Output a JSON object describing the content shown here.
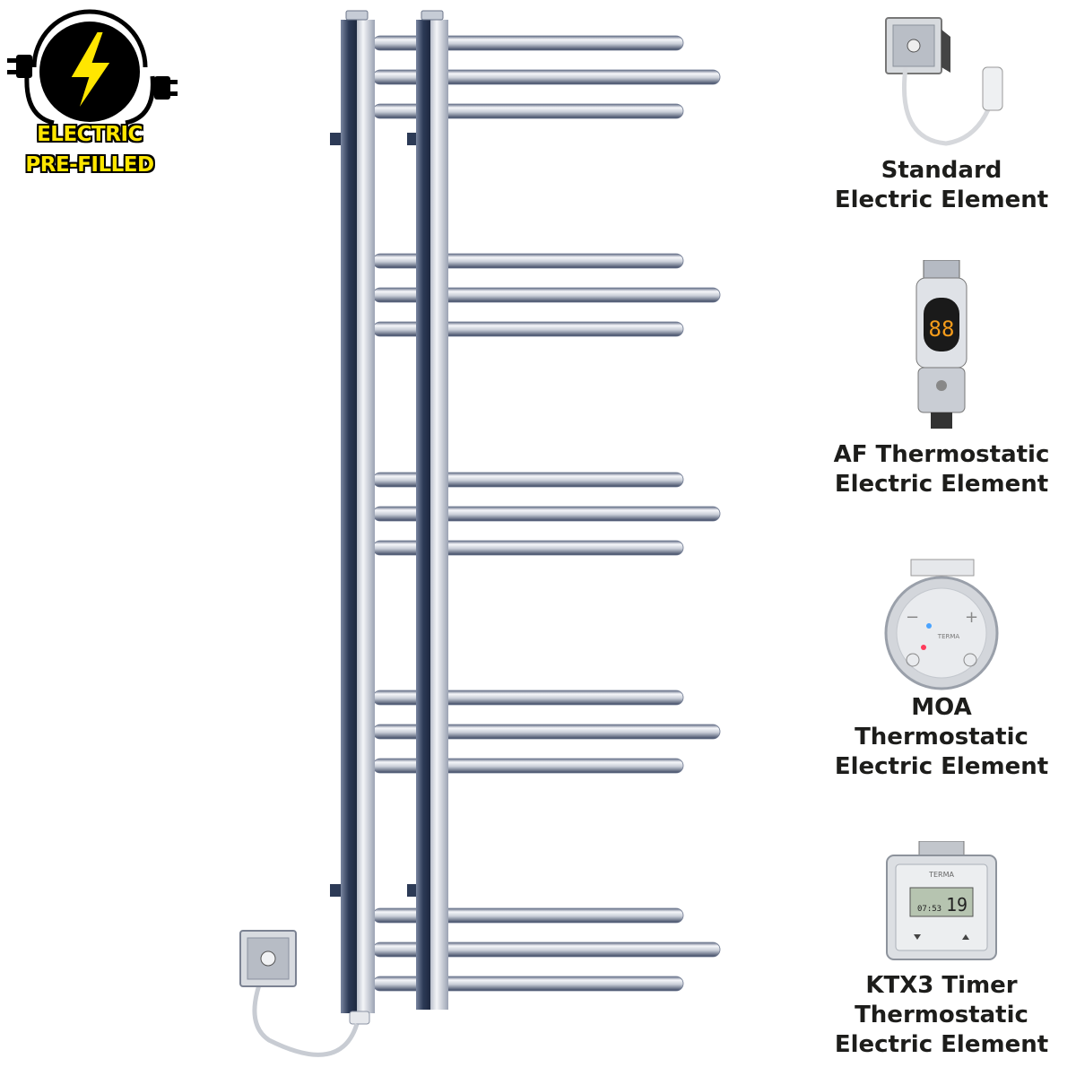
{
  "badge": {
    "line1": "ELECTRIC",
    "line2": "PRE-FILLED",
    "icon": "lightning-bolt-icon"
  },
  "product": {
    "name": "chrome-towel-radiator",
    "bar_groups": 5,
    "bars_per_group": 3
  },
  "elements": [
    {
      "lines": [
        "Standard",
        "Electric Element"
      ],
      "icon": "standard-element-icon"
    },
    {
      "lines": [
        "AF Thermostatic",
        "Electric Element"
      ],
      "icon": "af-thermostat-icon",
      "display": "88"
    },
    {
      "lines": [
        "MOA",
        "Thermostatic",
        "Electric Element"
      ],
      "icon": "moa-thermostat-icon",
      "brand": "TERMA"
    },
    {
      "lines": [
        "KTX3 Timer",
        "Thermostatic",
        "Electric Element"
      ],
      "icon": "ktx3-timer-icon",
      "brand": "TERMA",
      "display_temp": "19",
      "display_time": "07:53"
    }
  ],
  "colors": {
    "badge_fill": "#ffe600",
    "chrome_light": "#f2f4f7",
    "chrome_dark": "#2c3a56"
  }
}
